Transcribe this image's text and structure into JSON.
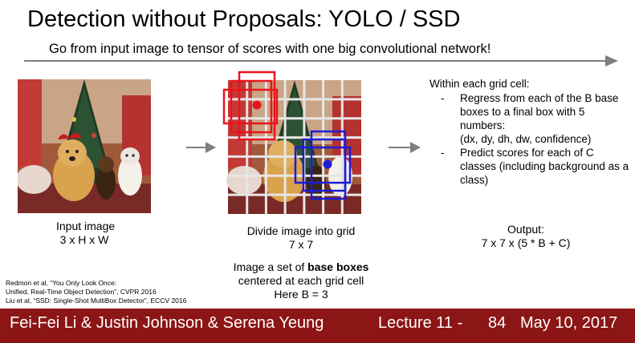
{
  "slide": {
    "title": "Detection without Proposals: YOLO / SSD",
    "subtitle": "Go from input image to tensor of scores with one big convolutional network!"
  },
  "input_image": {
    "caption_line1": "Input image",
    "caption_line2": "3 x H x W"
  },
  "grid_image": {
    "caption_line1": "Divide image into grid",
    "caption_line2": "7 x 7",
    "base_line1_prefix": "Image a set of ",
    "base_line1_bold": "base boxes",
    "base_line2": "centered at each grid cell",
    "base_line3": "Here B = 3"
  },
  "method": {
    "heading": "Within each grid cell:",
    "bullets": [
      "Regress from each of the B base boxes to a final box with 5 numbers:\n(dx, dy, dh, dw, confidence)",
      "Predict scores for each of C classes (including background as a class)"
    ]
  },
  "output": {
    "label": "Output:",
    "formula": "7 x 7 x (5 * B + C)"
  },
  "references": [
    "Redmon et al, “You Only Look Once:",
    "Unified, Real-Time Object Detection”, CVPR 2016",
    "Liu et al, “SSD: Single-Shot MultiBox Detector”, ECCV 2016"
  ],
  "footer": {
    "authors": "Fei-Fei Li & Justin Johnson & Serena Yeung",
    "lecture": "Lecture 11 -",
    "slide_number": "84",
    "date": "May 10, 2017"
  },
  "colors": {
    "footer_bg": "#8c1515",
    "arrow": "#7f7f7f",
    "box_red": "#e8141b",
    "box_blue": "#1d1dd6"
  }
}
